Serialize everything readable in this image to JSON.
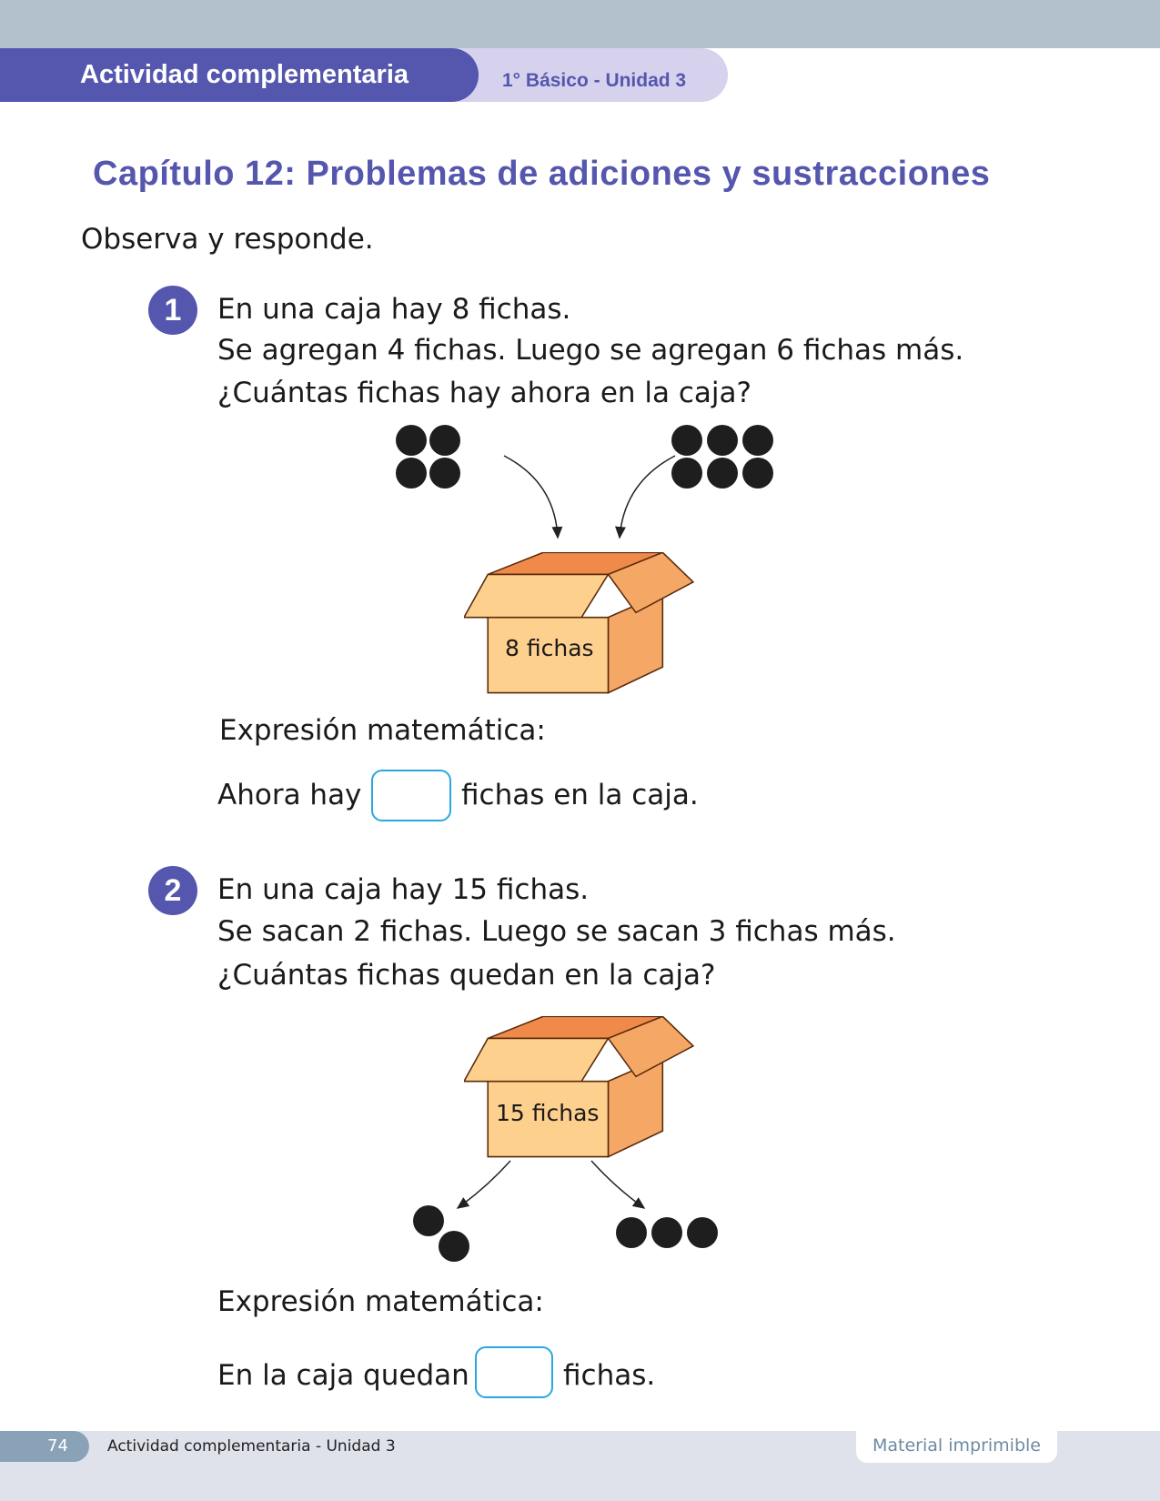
{
  "header": {
    "label": "Actividad complementaria",
    "subtitle": "1° Básico - Unidad 3"
  },
  "title": "Capítulo 12: Problemas de adiciones y sustracciones",
  "instruction": "Observa y responde.",
  "problems": [
    {
      "number": "1",
      "lines": [
        "En una caja hay 8 fichas.",
        "Se agregan 4 fichas. Luego se agregan 6 fichas más.",
        "¿Cuántas fichas hay ahora en la caja?"
      ],
      "box_label": "8 fichas",
      "expression_label": "Expresión matemática:",
      "answer_before": "Ahora hay",
      "answer_after": "fichas en la caja.",
      "answer_value": ""
    },
    {
      "number": "2",
      "lines": [
        "En una caja hay 15 fichas.",
        "Se sacan 2 fichas. Luego se sacan 3 fichas más.",
        "¿Cuántas fichas quedan en la caja?"
      ],
      "box_label": "15 fichas",
      "expression_label": "Expresión matemática:",
      "answer_before": "En la caja quedan",
      "answer_after": "fichas.",
      "answer_value": ""
    }
  ],
  "footer": {
    "page_number": "74",
    "text": "Actividad complementaria - Unidad 3",
    "tab": "Material imprimible"
  },
  "colors": {
    "accent": "#5556ae",
    "answer_border": "#2aa6e0",
    "box": "#f5a866"
  }
}
